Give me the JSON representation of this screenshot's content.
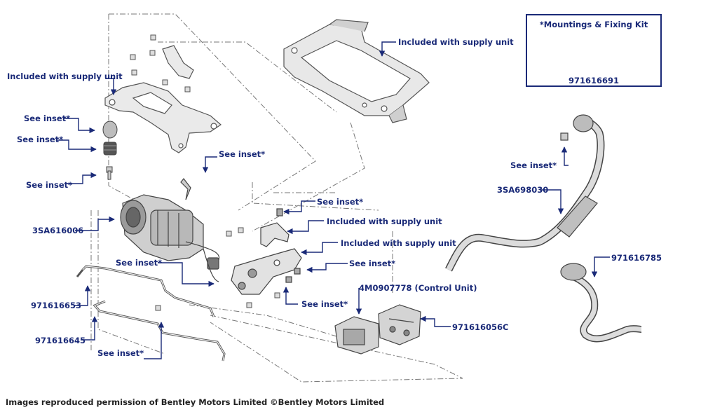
{
  "labels": {
    "frame_supply": "Included with supply unit",
    "bracket_supply": "Included with supply unit",
    "see_inset_1": "See inset*",
    "see_inset_2": "See inset*",
    "see_inset_3": "See inset*",
    "see_inset_4": "See inset*",
    "see_inset_5": "See inset*",
    "see_inset_6": "See inset*",
    "see_inset_7": "See inset*",
    "see_inset_8": "See inset*",
    "see_inset_9": "See inset*",
    "see_inset_10": "See inset*",
    "compressor": "3SA616006",
    "mount_supply_1": "Included with supply unit",
    "mount_supply_2": "Included with supply unit",
    "pipe_1": "971616653",
    "pipe_2": "971616645",
    "hose": "3SA698030",
    "control_unit": "4M0907778 (Control Unit)",
    "valve_block": "971616056C",
    "hose_2": "971616785"
  },
  "kit": {
    "title": "*Mountings & Fixing Kit",
    "part": "971616691"
  },
  "credit": "Images reproduced permission of Bentley Motors Limited ©Bentley Motors Limited",
  "colors": {
    "label": "#1a2a78",
    "line": "#555555",
    "part_fill": "#e6e6e6",
    "part_dark": "#8a8a8a"
  }
}
